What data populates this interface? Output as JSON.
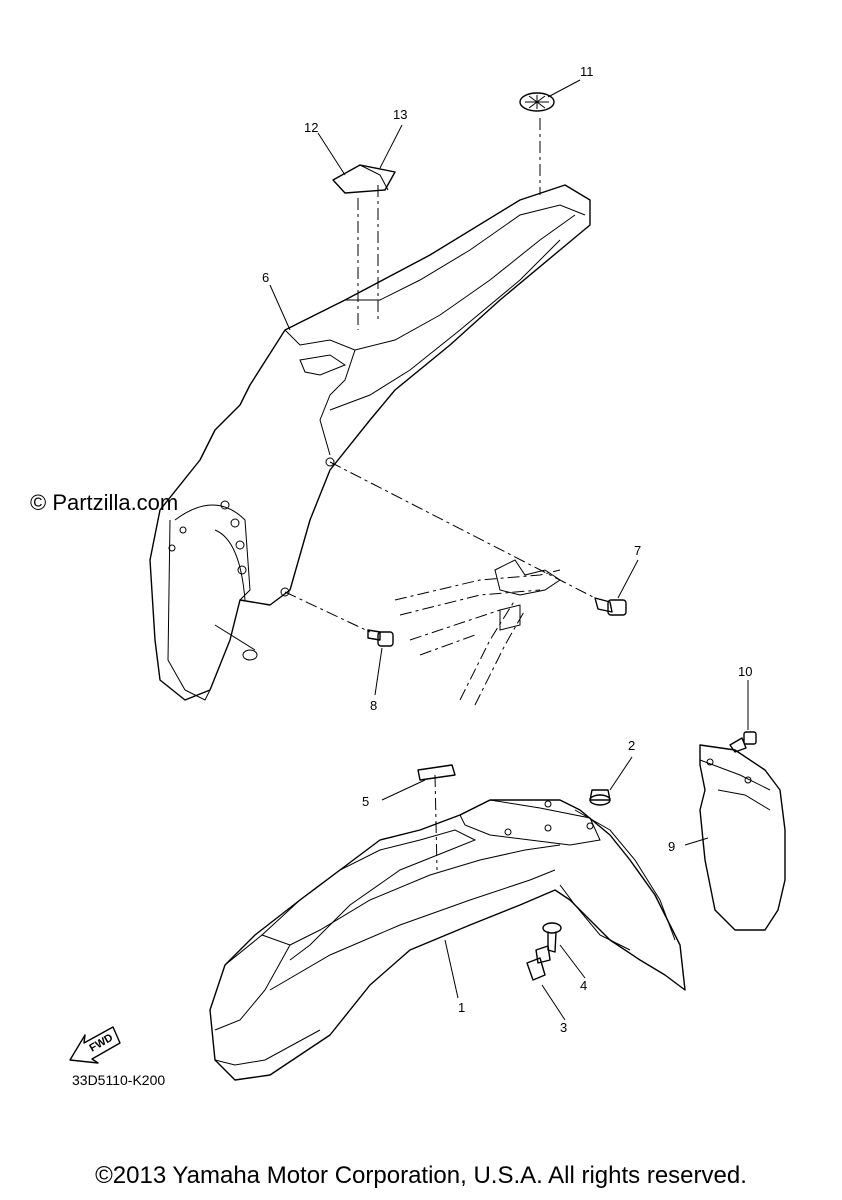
{
  "diagram": {
    "callouts": {
      "c1": "1",
      "c2": "2",
      "c3": "3",
      "c4": "4",
      "c5": "5",
      "c6": "6",
      "c7": "7",
      "c8": "8",
      "c9": "9",
      "c10": "10",
      "c11": "11",
      "c12": "12",
      "c13": "13"
    },
    "fwd_label": "FWD",
    "part_number": "33D5110-K200",
    "watermark": "© Partzilla.com",
    "copyright": "©2013 Yamaha Motor Corporation, U.S.A. All rights reserved."
  }
}
